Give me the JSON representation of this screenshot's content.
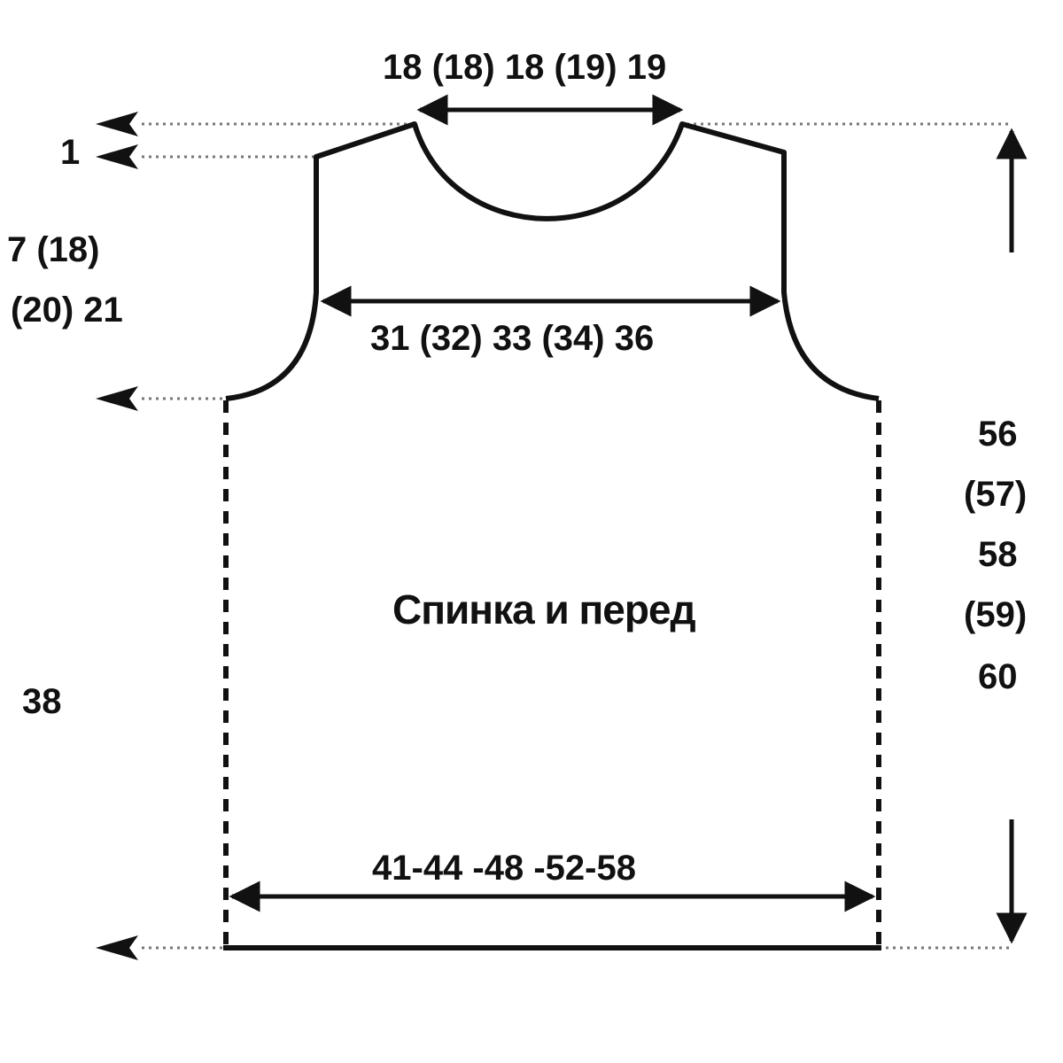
{
  "title": "Спинка и перед",
  "dimensions": {
    "neck_width": "18 (18) 18 (19) 19",
    "shoulder_drop": "1",
    "armhole_depth_line1": "7 (18)",
    "armhole_depth_line2": "(20) 21",
    "chest_width": "31 (32) 33 (34) 36",
    "bottom_width": "41-44 -48 -52-58",
    "side_length": "38",
    "total_length": [
      "56",
      "(57)",
      "58",
      "(59)",
      "60"
    ]
  },
  "colors": {
    "ink": "#111111",
    "guide": "#777777"
  }
}
